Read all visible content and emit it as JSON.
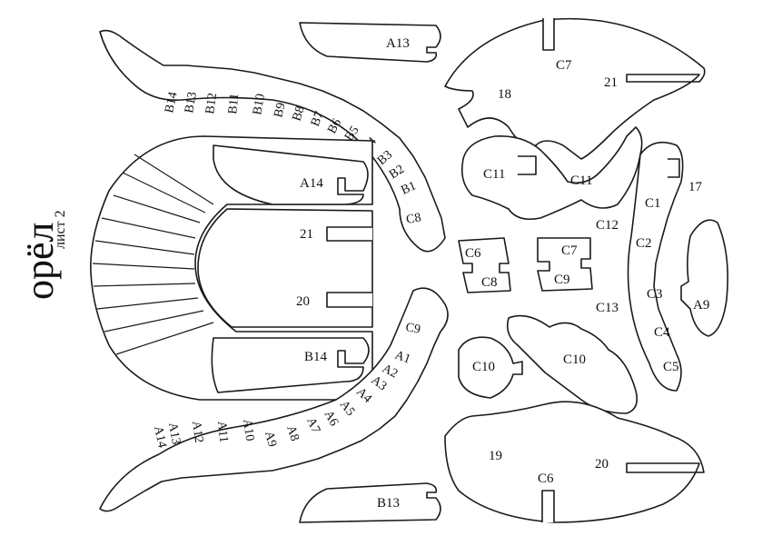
{
  "title": "орёл",
  "sheet": "лист 2",
  "wing_left_labels": [
    "B14",
    "B13",
    "B12",
    "B11",
    "B10",
    "B9",
    "B8",
    "B7",
    "B6",
    "B5",
    "B4",
    "B3",
    "B2",
    "B1",
    "C8"
  ],
  "wing_right_labels": [
    "A14",
    "A13",
    "A12",
    "A11",
    "A10",
    "A9",
    "A8",
    "A7",
    "A6",
    "A5",
    "A4",
    "A3",
    "A2",
    "A1",
    "C9"
  ],
  "labels": {
    "a13": "A13",
    "a14": "A14",
    "b13": "B13",
    "b14": "B14",
    "n21a": "21",
    "n20a": "20",
    "n21b": "21",
    "n20b": "20",
    "n18": "18",
    "n19": "19",
    "n17": "17",
    "c1": "C1",
    "c2": "C2",
    "c3": "C3",
    "c4": "C4",
    "c5": "C5",
    "c6": "C6",
    "c7": "C7",
    "c8": "C8",
    "c9": "C9",
    "c6b": "C6",
    "c7b": "C7",
    "c10": "C10",
    "c10b": "C10",
    "c11": "C11",
    "c11b": "C11",
    "c12": "C12",
    "c13": "C13",
    "a9": "A9"
  }
}
